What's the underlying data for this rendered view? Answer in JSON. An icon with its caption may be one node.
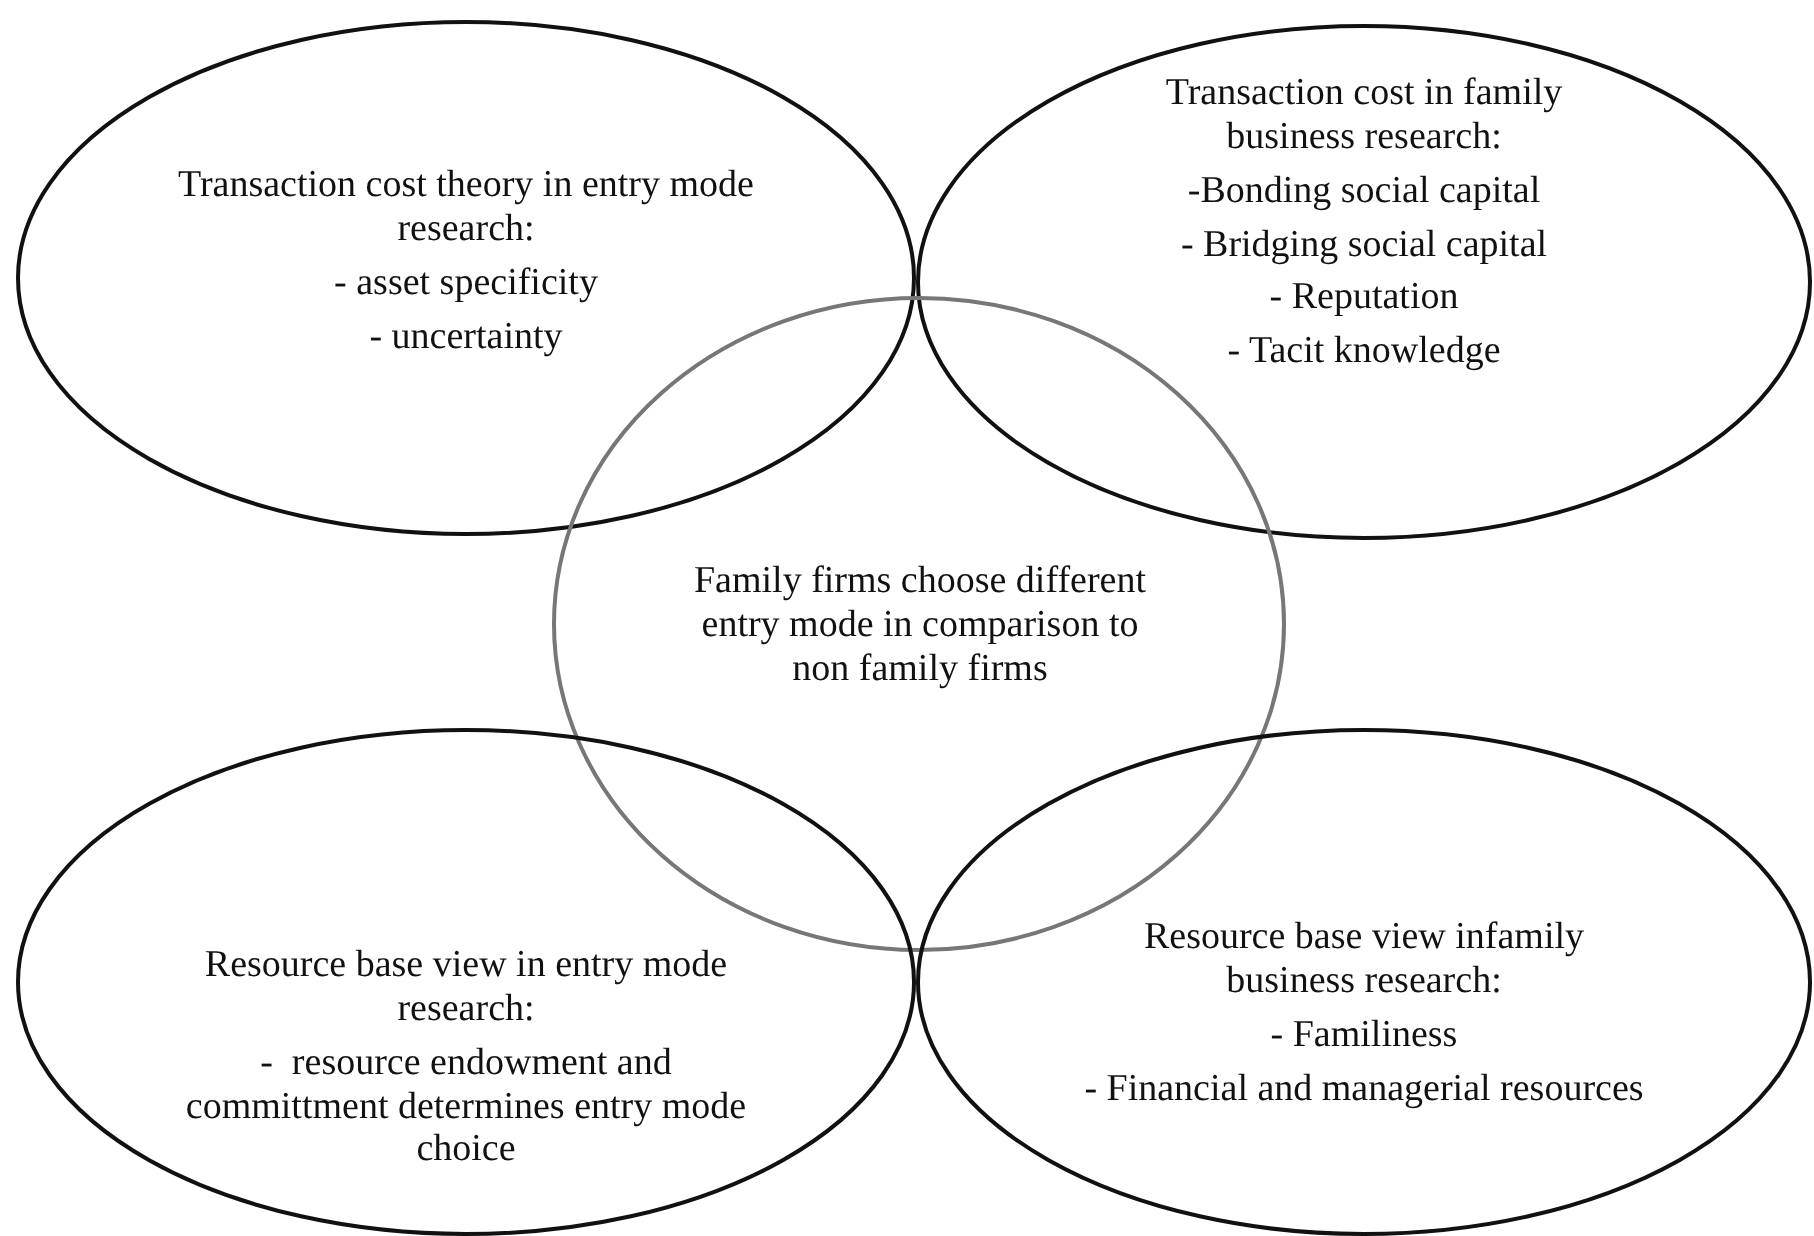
{
  "diagram": {
    "nodes": [
      {
        "text": [
          "Transaction cost theory in entry mode research:",
          "- asset specificity",
          "- uncertainty"
        ]
      },
      {
        "text": [
          "Transaction cost in family business research:",
          "-Bonding social capital",
          "- Bridging social capital",
          "- Reputation",
          "- Tacit knowledge"
        ]
      },
      {
        "text": [
          "Family firms choose different entry mode in comparison to non family firms"
        ]
      },
      {
        "text": [
          "Resource base view in entry mode research:",
          "-  resource endowment and committment determines entry mode choice"
        ]
      },
      {
        "text": [
          "Resource base view infamily business research:",
          "- Familiness",
          "- Financial and managerial resources"
        ]
      }
    ]
  }
}
